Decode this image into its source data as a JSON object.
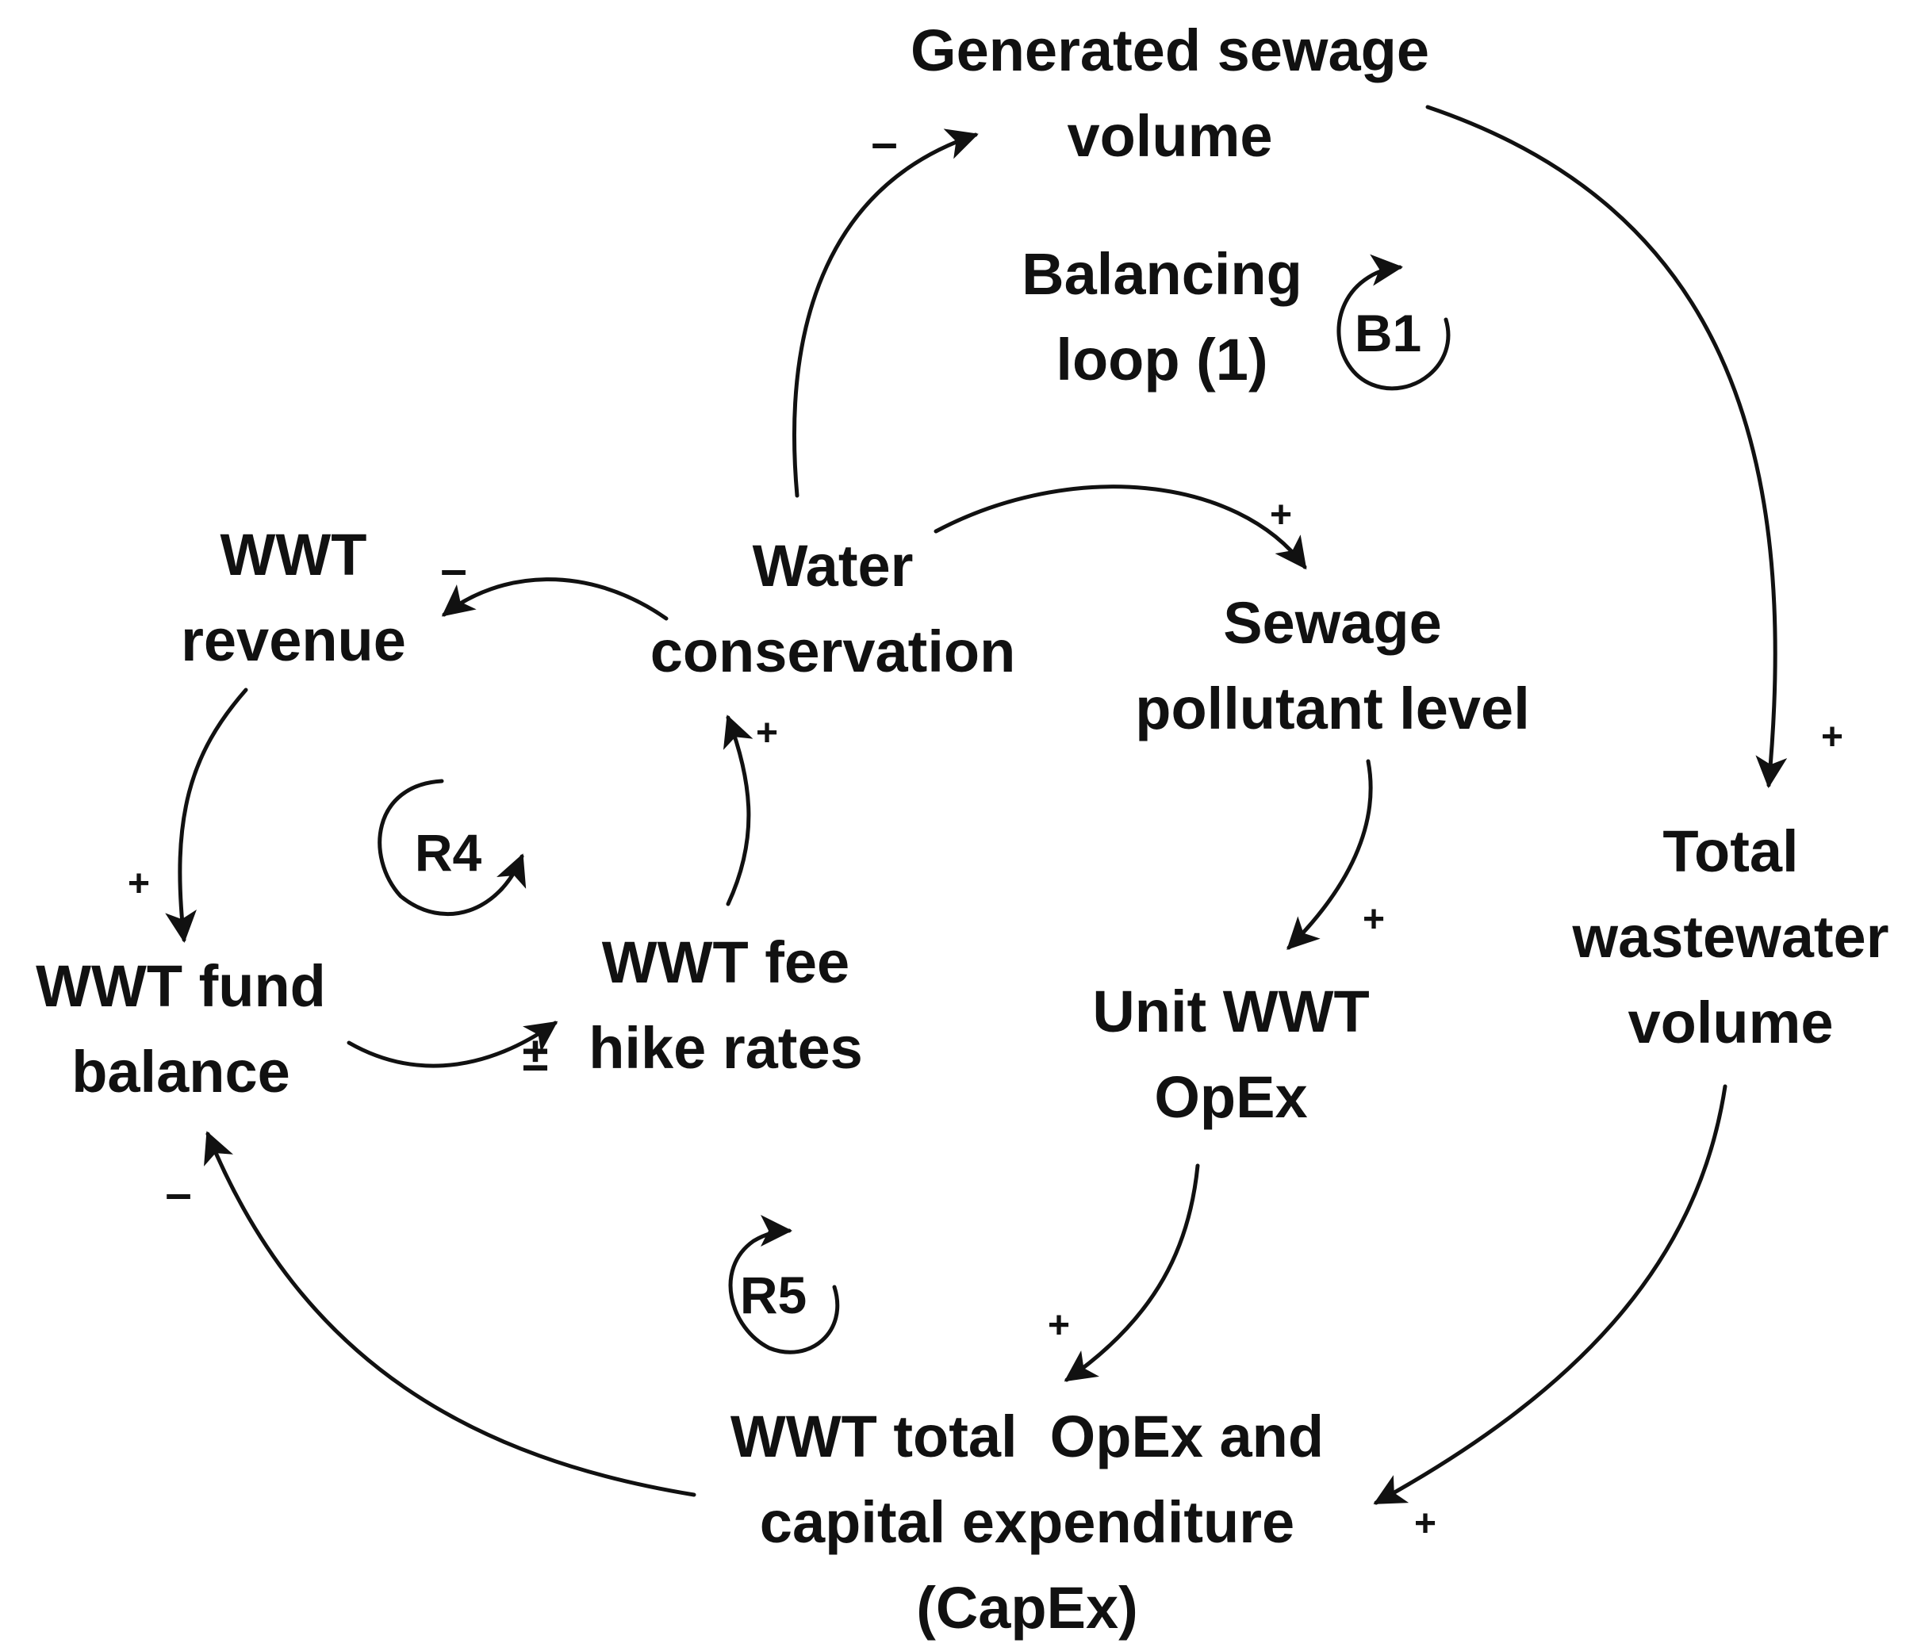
{
  "colors": {
    "ink": "#111111",
    "background": "#ffffff"
  },
  "nodes": {
    "generated_sewage": [
      "Generated sewage",
      "volume"
    ],
    "balancing_loop": [
      "Balancing",
      "loop (1)"
    ],
    "wwt_revenue": [
      "WWT",
      "revenue"
    ],
    "water_conservation": [
      "Water",
      "conservation"
    ],
    "sewage_pollutant": [
      "Sewage",
      "pollutant level"
    ],
    "total_wastewater": [
      "Total",
      "wastewater",
      "volume"
    ],
    "wwt_fund_balance": [
      "WWT fund",
      "balance"
    ],
    "wwt_fee_hike": [
      "WWT fee",
      "hike rates"
    ],
    "unit_wwt_opex": [
      "Unit WWT",
      "OpEx"
    ],
    "wwt_total_expenditure": [
      "WWT total  OpEx and",
      "capital expenditure",
      "(CapEx)"
    ]
  },
  "loops": {
    "b1": "B1",
    "r4": "R4",
    "r5": "R5"
  },
  "signs": {
    "wc_to_gsv": "–",
    "gsv_to_twv": "+",
    "wc_to_spl": "+",
    "wc_to_rev": "–",
    "rev_to_fund": "+",
    "fee_to_wc": "+",
    "fund_to_fee": "±",
    "spl_to_opex": "+",
    "opex_to_total": "+",
    "twv_to_total": "+",
    "total_to_fund": "–"
  }
}
